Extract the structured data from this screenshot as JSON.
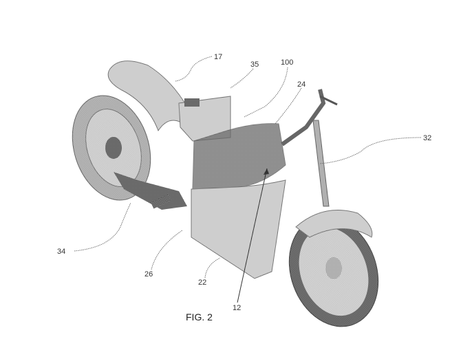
{
  "figure": {
    "caption": "FIG. 2",
    "labels": {
      "rear_fender": "17",
      "seat_cover": "35",
      "assembly": "100",
      "handlebar": "24",
      "front_fork": "32",
      "rear_wheel": "34",
      "swingarm": "26",
      "battery_housing": "22",
      "frame": "12"
    }
  }
}
